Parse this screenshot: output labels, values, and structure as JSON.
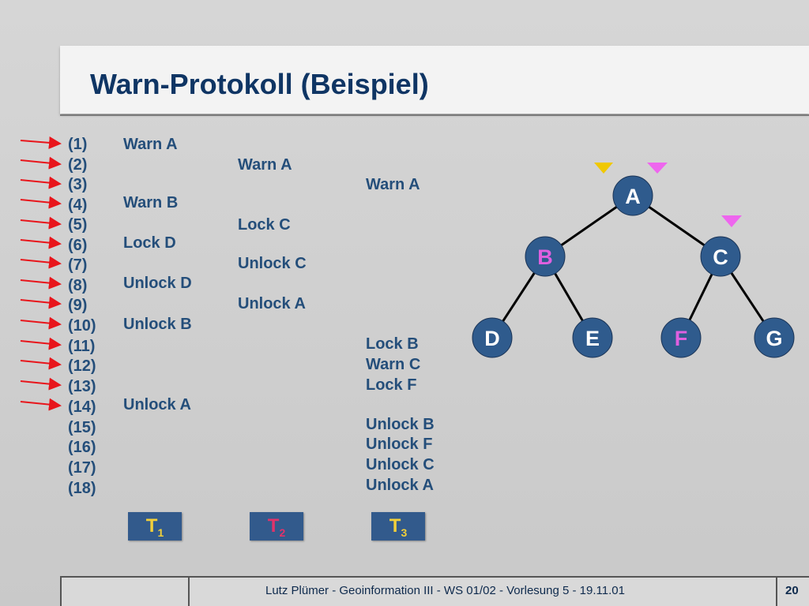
{
  "title": "Warn-Protokoll (Beispiel)",
  "steps": [
    "(1)",
    "(2)",
    "(3)",
    "(4)",
    "(5)",
    "(6)",
    "(7)",
    "(8)",
    "(9)",
    "(10)",
    "(11)",
    "(12)",
    "(13)",
    "(14)",
    "(15)",
    "(16)",
    "(17)",
    "(18)"
  ],
  "t1_ops": [
    "Warn A",
    "Warn B",
    "Lock D",
    "Unlock D",
    "Unlock B",
    "Unlock A"
  ],
  "t2_ops": [
    "Warn A",
    "Lock C",
    "Unlock C",
    "Unlock A"
  ],
  "t3_ops": [
    "Warn A",
    "Lock B",
    "Warn C",
    "Lock F",
    "Unlock B",
    "Unlock F",
    "Unlock C",
    "Unlock A"
  ],
  "transactions": [
    {
      "letter": "T",
      "sub": "1"
    },
    {
      "letter": "T",
      "sub": "2"
    },
    {
      "letter": "T",
      "sub": "3"
    }
  ],
  "tree_nodes": [
    "A",
    "B",
    "C",
    "D",
    "E",
    "F",
    "G"
  ],
  "colors": {
    "node": "#2f5b8d",
    "node_text_default": "#ffffff",
    "node_text_highlight": "#e060e0",
    "marker_yellow": "#f0c800",
    "marker_magenta": "#ee66ee",
    "arrow": "#e8151b"
  },
  "footer": {
    "text": "Lutz Plümer  -  Geoinformation III  -  WS 01/02  -  Vorlesung 5  - 19.11.01",
    "page": "20"
  }
}
